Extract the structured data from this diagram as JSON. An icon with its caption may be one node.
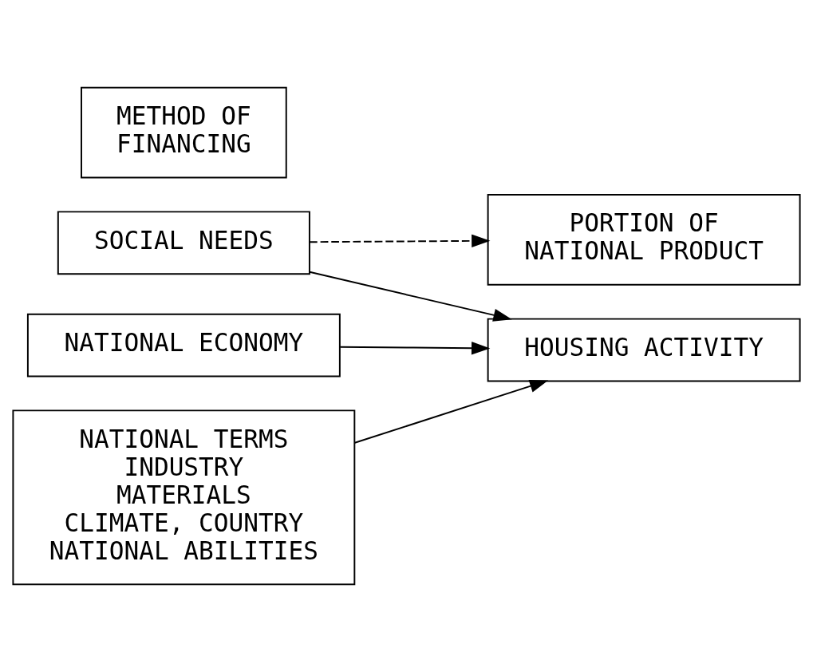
{
  "diagram": {
    "nodes": [
      {
        "text": [
          "PORTION OF",
          "NATIONAL PRODUCT"
        ]
      },
      {
        "text": [
          "METHOD OF",
          "FINANCING"
        ]
      },
      {
        "text": [
          "NATIONAL ECONOMY"
        ]
      },
      {
        "text": [
          "SOCIAL NEEDS"
        ]
      },
      {
        "text": [
          "NATIONAL TERMS",
          "INDUSTRY",
          "MATERIALS",
          "CLIMATE, COUNTRY",
          "NATIONAL ABILITIES"
        ]
      },
      {
        "text": [
          "HOUSING ACTIVITY"
        ]
      }
    ],
    "edges": [
      {
        "from": 3,
        "to": 0,
        "arrow": "to",
        "style": "dashed"
      },
      {
        "from": 3,
        "to": 5,
        "arrow": "to"
      },
      {
        "from": 2,
        "to": 5,
        "arrow": "to"
      },
      {
        "from": 4,
        "to": 5,
        "arrow": "to"
      }
    ]
  }
}
